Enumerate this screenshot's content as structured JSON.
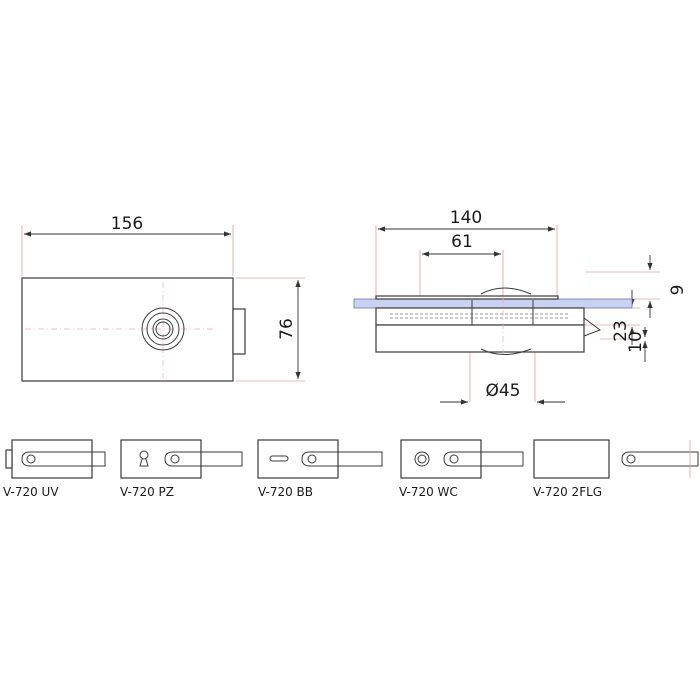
{
  "front_view": {
    "dim_width": "156",
    "dim_height": "76"
  },
  "side_view": {
    "dim_length": "140",
    "dim_inner": "61",
    "dim_glass": "9",
    "dim_body": "23",
    "dim_lower": "10",
    "dim_diameter": "Ø45"
  },
  "variants": [
    {
      "label": "V-720 UV"
    },
    {
      "label": "V-720 PZ"
    },
    {
      "label": "V-720 BB"
    },
    {
      "label": "V-720 WC"
    },
    {
      "label": "V-720 2FLG"
    }
  ]
}
